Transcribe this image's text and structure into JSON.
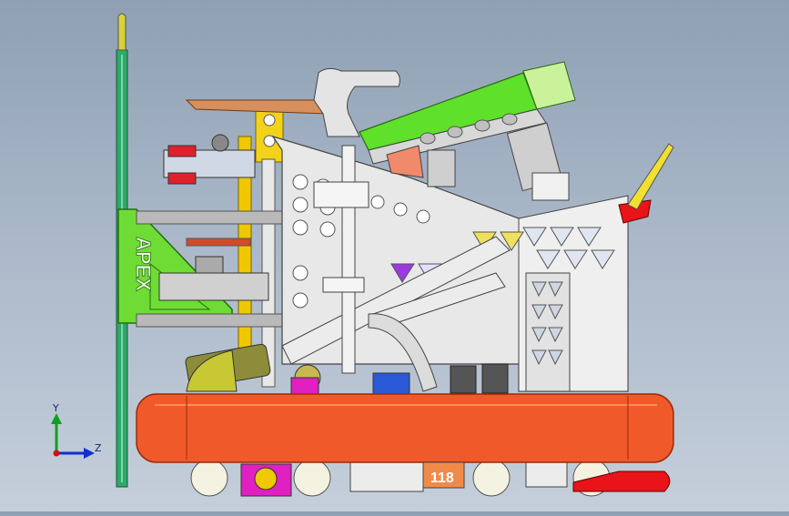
{
  "viewport": {
    "background_top": "#8fa0b4",
    "background_bottom": "#c5cfdb"
  },
  "model": {
    "side_plate_text": "APEX",
    "team_number": "118",
    "colors": {
      "chassis_rail": "#f05a2a",
      "green_arm": "#5fe02a",
      "pole": "#2fa86a",
      "frame": "#e4e4e4",
      "gold": "#f0c800",
      "magenta": "#e020c0",
      "wheel": "#f4f2e0",
      "red": "#e8141a"
    }
  },
  "triad": {
    "y_label": "Y",
    "z_label": "Z",
    "y_color": "#10a020",
    "z_color": "#1030d0",
    "x_color": "#d01010"
  }
}
